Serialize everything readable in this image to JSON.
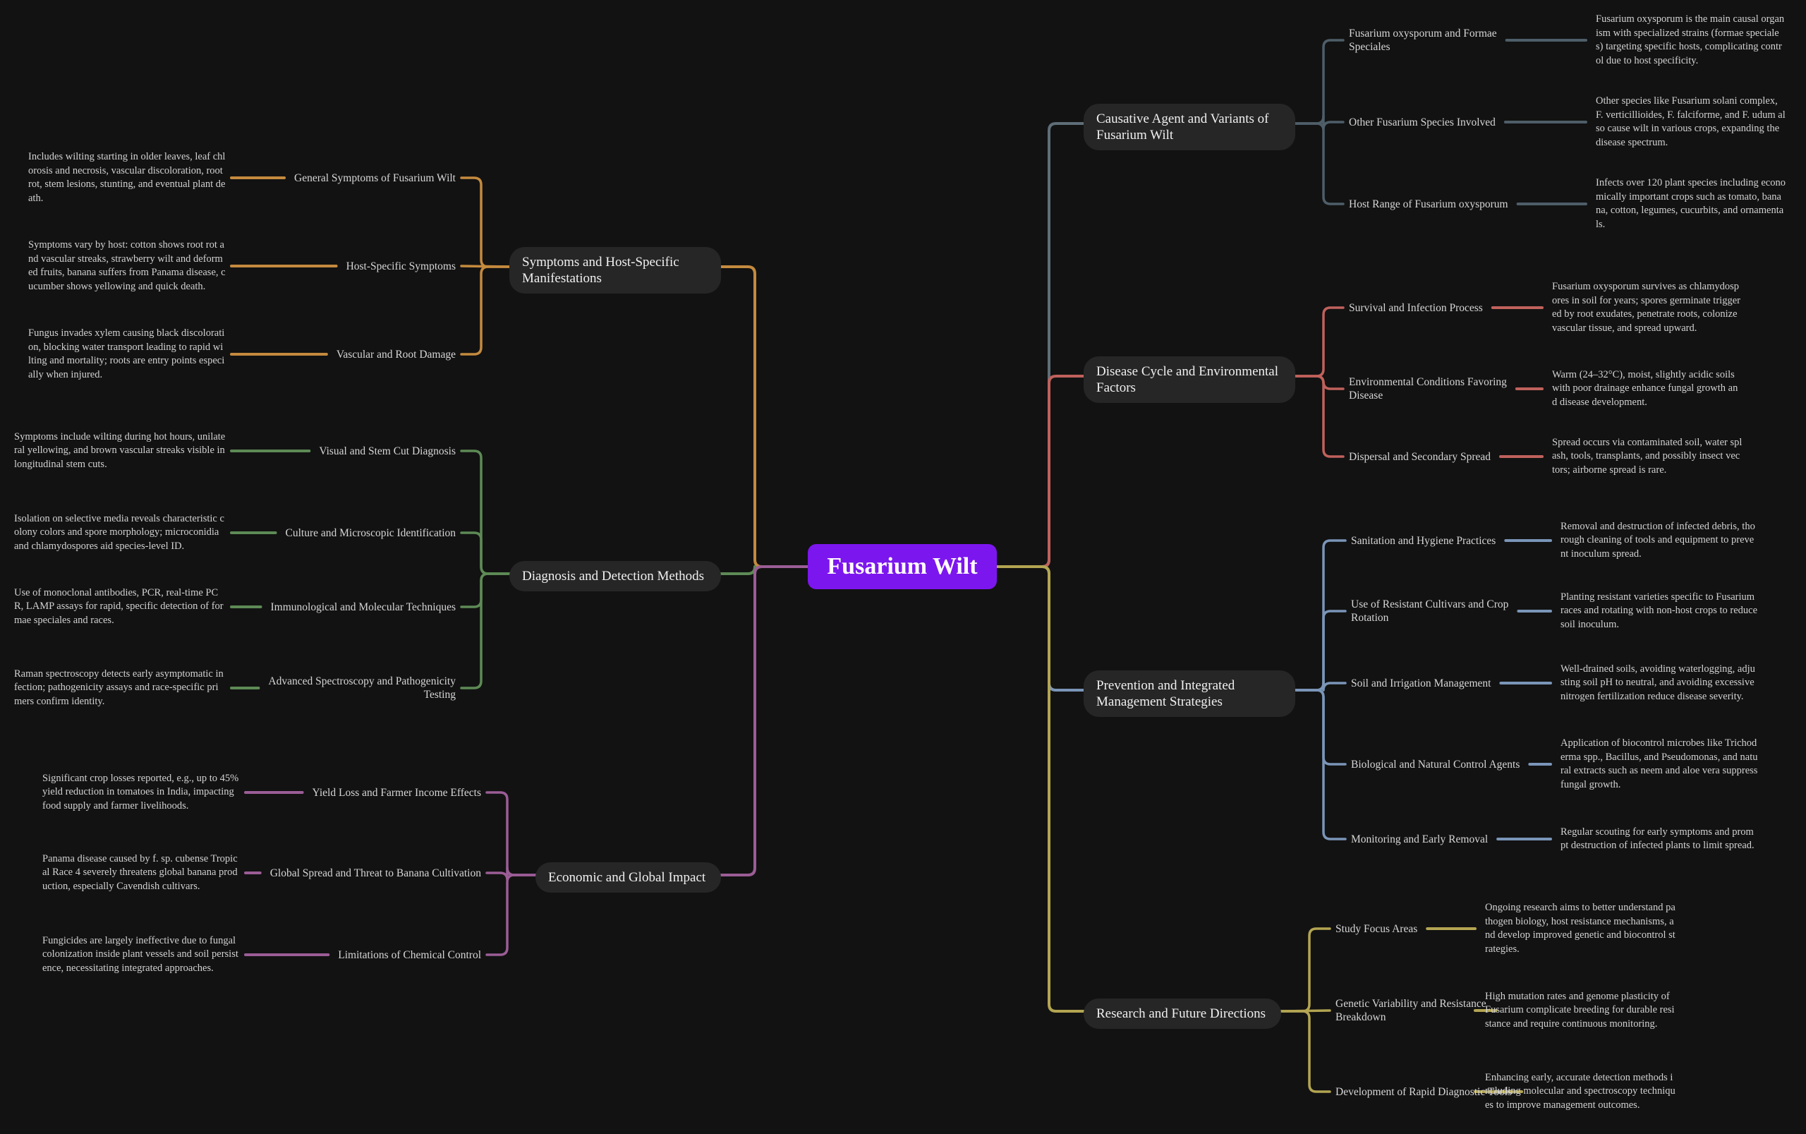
{
  "root": {
    "title": "Fusarium Wilt",
    "color": "#7c16ee"
  },
  "branches": [
    {
      "id": "causative",
      "title": "Causative Agent and Variants of Fusarium Wilt",
      "color": "#5f6e78",
      "side": "right",
      "children": [
        {
          "title": "Fusarium oxysporum and Formae Speciales",
          "detail": "Fusarium oxysporum is the main causal organism with specialized strains (formae speciales) targeting specific hosts, complicating control due to host specificity."
        },
        {
          "title": "Other Fusarium Species Involved",
          "detail": "Other species like Fusarium solani complex, F. verticillioides, F. falciforme, and F. udum also cause wilt in various crops, expanding the disease spectrum."
        },
        {
          "title": "Host Range of Fusarium oxysporum",
          "detail": "Infects over 120 plant species including economically important crops such as tomato, banana, cotton, legumes, cucurbits, and ornamentals."
        }
      ]
    },
    {
      "id": "cycle",
      "title": "Disease Cycle and Environmental Factors",
      "color": "#c0615c",
      "side": "right",
      "children": [
        {
          "title": "Survival and Infection Process",
          "detail": "Fusarium oxysporum survives as chlamydospores in soil for years; spores germinate triggered by root exudates, penetrate roots, colonize vascular tissue, and spread upward."
        },
        {
          "title": "Environmental Conditions Favoring Disease",
          "detail": "Warm (24–32°C), moist, slightly acidic soils with poor drainage enhance fungal growth and disease development."
        },
        {
          "title": "Dispersal and Secondary Spread",
          "detail": "Spread occurs via contaminated soil, water splash, tools, transplants, and possibly insect vectors; airborne spread is rare."
        }
      ]
    },
    {
      "id": "prevention",
      "title": "Prevention and Integrated Management Strategies",
      "color": "#7a95b8",
      "side": "right",
      "children": [
        {
          "title": "Sanitation and Hygiene Practices",
          "detail": "Removal and destruction of infected debris, thorough cleaning of tools and equipment to prevent inoculum spread."
        },
        {
          "title": "Use of Resistant Cultivars and Crop Rotation",
          "detail": "Planting resistant varieties specific to Fusarium races and rotating with non-host crops to reduce soil inoculum."
        },
        {
          "title": "Soil and Irrigation Management",
          "detail": "Well-drained soils, avoiding waterlogging, adjusting soil pH to neutral, and avoiding excessive nitrogen fertilization reduce disease severity."
        },
        {
          "title": "Biological and Natural Control Agents",
          "detail": "Application of biocontrol microbes like Trichoderma spp., Bacillus, and Pseudomonas, and natural extracts such as neem and aloe vera suppress fungal growth."
        },
        {
          "title": "Monitoring and Early Removal",
          "detail": "Regular scouting for early symptoms and prompt destruction of infected plants to limit spread."
        }
      ]
    },
    {
      "id": "research",
      "title": "Research and Future Directions",
      "color": "#b3a552",
      "side": "right",
      "children": [
        {
          "title": "Study Focus Areas",
          "detail": "Ongoing research aims to better understand pathogen biology, host resistance mechanisms, and develop improved genetic and biocontrol strategies."
        },
        {
          "title": "Genetic Variability and Resistance Breakdown",
          "detail": "High mutation rates and genome plasticity of Fusarium complicate breeding for durable resistance and require continuous monitoring."
        },
        {
          "title": "Development of Rapid Diagnostic Tools",
          "detail": "Enhancing early, accurate detection methods including molecular and spectroscopy techniques to improve management outcomes."
        }
      ]
    },
    {
      "id": "symptoms",
      "title": "Symptoms and Host-Specific Manifestations",
      "color": "#c48a3e",
      "side": "left",
      "children": [
        {
          "title": "General Symptoms of Fusarium Wilt",
          "detail": "Includes wilting starting in older leaves, leaf chlorosis and necrosis, vascular discoloration, root rot, stem lesions, stunting, and eventual plant death."
        },
        {
          "title": "Host-Specific Symptoms",
          "detail": "Symptoms vary by host: cotton shows root rot and vascular streaks, strawberry wilt and deformed fruits, banana suffers from Panama disease, cucumber shows yellowing and quick death."
        },
        {
          "title": "Vascular and Root Damage",
          "detail": "Fungus invades xylem causing black discoloration, blocking water transport leading to rapid wilting and mortality; roots are entry points especially when injured."
        }
      ]
    },
    {
      "id": "diagnosis",
      "title": "Diagnosis and Detection Methods",
      "color": "#5d8a55",
      "side": "left",
      "children": [
        {
          "title": "Visual and Stem Cut Diagnosis",
          "detail": "Symptoms include wilting during hot hours, unilateral yellowing, and brown vascular streaks visible in longitudinal stem cuts."
        },
        {
          "title": "Culture and Microscopic Identification",
          "detail": "Isolation on selective media reveals characteristic colony colors and spore morphology; microconidia and chlamydospores aid species-level ID."
        },
        {
          "title": "Immunological and Molecular Techniques",
          "detail": "Use of monoclonal antibodies, PCR, real-time PCR, LAMP assays for rapid, specific detection of formae speciales and races."
        },
        {
          "title": "Advanced Spectroscopy and Pathogenicity Testing",
          "detail": "Raman spectroscopy detects early asymptomatic infection; pathogenicity assays and race-specific primers confirm identity."
        }
      ]
    },
    {
      "id": "economic",
      "title": "Economic and Global Impact",
      "color": "#9b5d96",
      "side": "left",
      "children": [
        {
          "title": "Yield Loss and Farmer Income Effects",
          "detail": "Significant crop losses reported, e.g., up to 45% yield reduction in tomatoes in India, impacting food supply and farmer livelihoods."
        },
        {
          "title": "Global Spread and Threat to Banana Cultivation",
          "detail": "Panama disease caused by f. sp. cubense Tropical Race 4 severely threatens global banana production, especially Cavendish cultivars."
        },
        {
          "title": "Limitations of Chemical Control",
          "detail": "Fungicides are largely ineffective due to fungal colonization inside plant vessels and soil persistence, necessitating integrated approaches."
        }
      ]
    }
  ]
}
